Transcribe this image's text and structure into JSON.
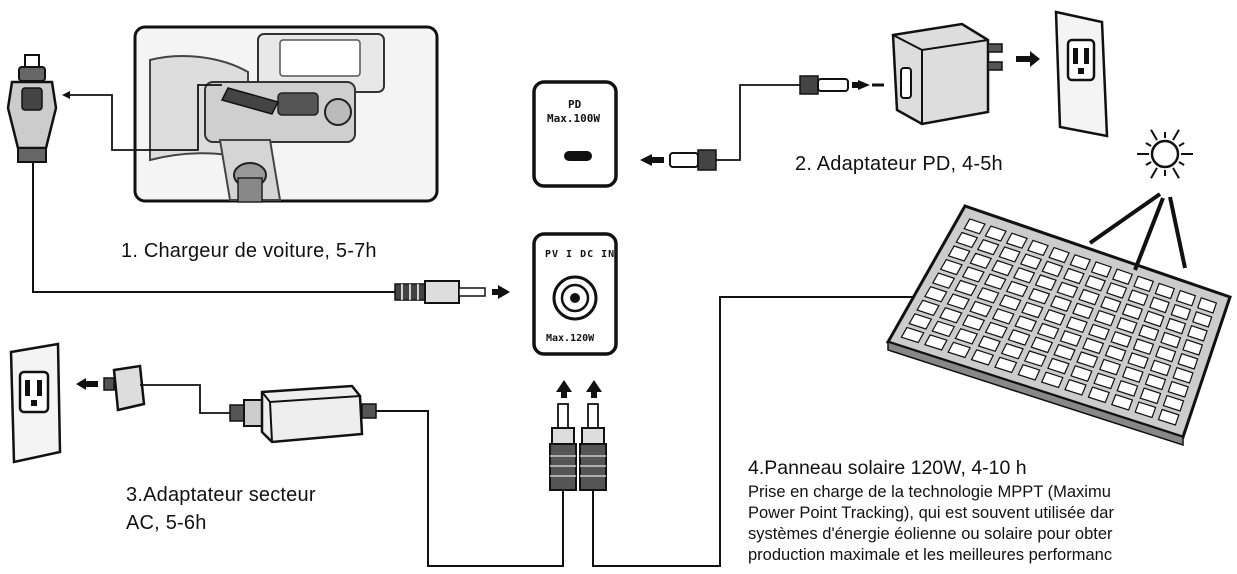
{
  "labels": {
    "car": "1. Chargeur de voiture, 5-7h",
    "pd": "2. Adaptateur PD, 4-5h",
    "ac_line1": "3.Adaptateur secteur",
    "ac_line2": "AC, 5-6h",
    "solar": "4.Panneau solaire 120W, 4-10 h"
  },
  "solar_description": [
    "Prise en charge de la technologie MPPT (Maximu",
    "Power Point Tracking), qui est souvent utilisée dar",
    "systèmes d'énergie éolienne ou solaire pour obter",
    "production maximale et les meilleures performanc"
  ],
  "ports": {
    "pd_line1": "PD",
    "pd_line2": "Max.100W",
    "dc_title": "PV I DC IN",
    "dc_max": "Max.120W"
  },
  "colors": {
    "line": "#111111",
    "photo_bg": "#f4f4f4"
  },
  "icons": [
    "car-socket-plug-icon",
    "wall-outlet-icon",
    "usb-c-port-icon",
    "dc-port-icon",
    "sun-icon",
    "solar-panel-icon",
    "ac-adapter-icon",
    "pd-charger-icon"
  ]
}
